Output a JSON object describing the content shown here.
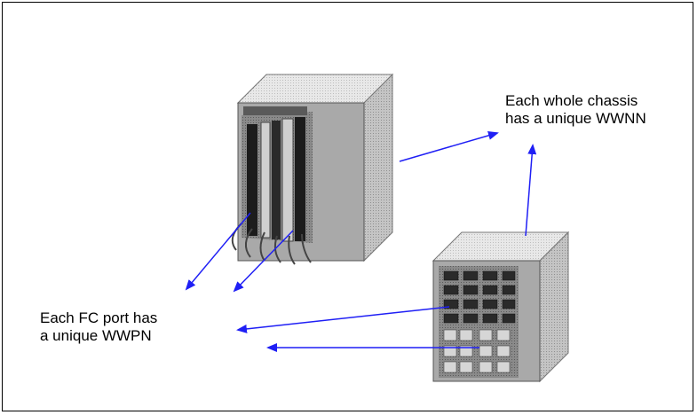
{
  "labels": {
    "chassis": [
      "Each whole chassis",
      "has a unique WWNN"
    ],
    "port": [
      "Each FC port has",
      "a unique WWPN"
    ]
  },
  "colors": {
    "arrow": "#1f1ff5",
    "chassis_top": "#e2e2e2",
    "chassis_side": "#b8b8b8",
    "chassis_front": "#6e6e6e",
    "slot_dark": "#1c1c1c",
    "panel_light": "#cfcfcf"
  }
}
